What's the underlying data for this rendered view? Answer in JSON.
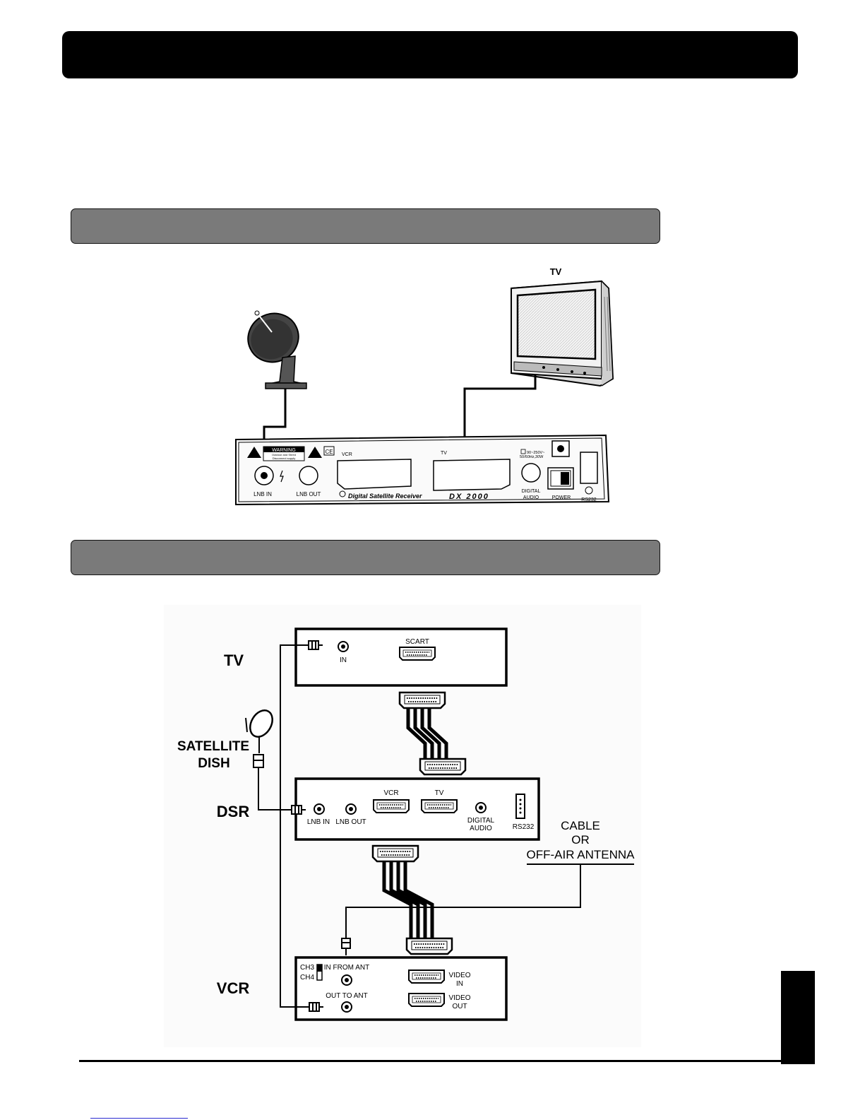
{
  "diagram1": {
    "tv_label": "TV",
    "receiver": {
      "warning": "WARNING",
      "warning_sub1": "Outdoor and Shred",
      "warning_sub2": "Disconnect supply",
      "ce": "CE",
      "vcr": "VCR",
      "tv": "TV",
      "power_rating_1": "90~250V~",
      "power_rating_2": "50/60Hz,30W",
      "lnb_in": "LNB IN",
      "lnb_out": "LNB OUT",
      "brand": "Digital Satellite Receiver",
      "model": "DX 2000",
      "digital": "DIGITAL",
      "audio": "AUDIO",
      "power": "POWER",
      "rs232": "RS232"
    }
  },
  "diagram2": {
    "tv_label": "TV",
    "dish_label_1": "SATELLITE",
    "dish_label_2": "DISH",
    "dsr_label": "DSR",
    "vcr_label": "VCR",
    "tv_panel": {
      "in": "IN",
      "scart": "SCART"
    },
    "dsr_panel": {
      "lnb_in": "LNB IN",
      "lnb_out": "LNB OUT",
      "vcr": "VCR",
      "tv": "TV",
      "digital": "DIGITAL",
      "audio": "AUDIO",
      "rs232": "RS232"
    },
    "antenna_1": "CABLE",
    "antenna_2": "OR",
    "antenna_3": "OFF-AIR ANTENNA",
    "vcr_panel": {
      "ch3": "CH3",
      "ch4": "CH4",
      "in_from_ant": "IN FROM ANT",
      "out_to_ant": "OUT TO ANT",
      "video_in_1": "VIDEO",
      "video_in_2": "IN",
      "video_out_1": "VIDEO",
      "video_out_2": "OUT"
    }
  }
}
